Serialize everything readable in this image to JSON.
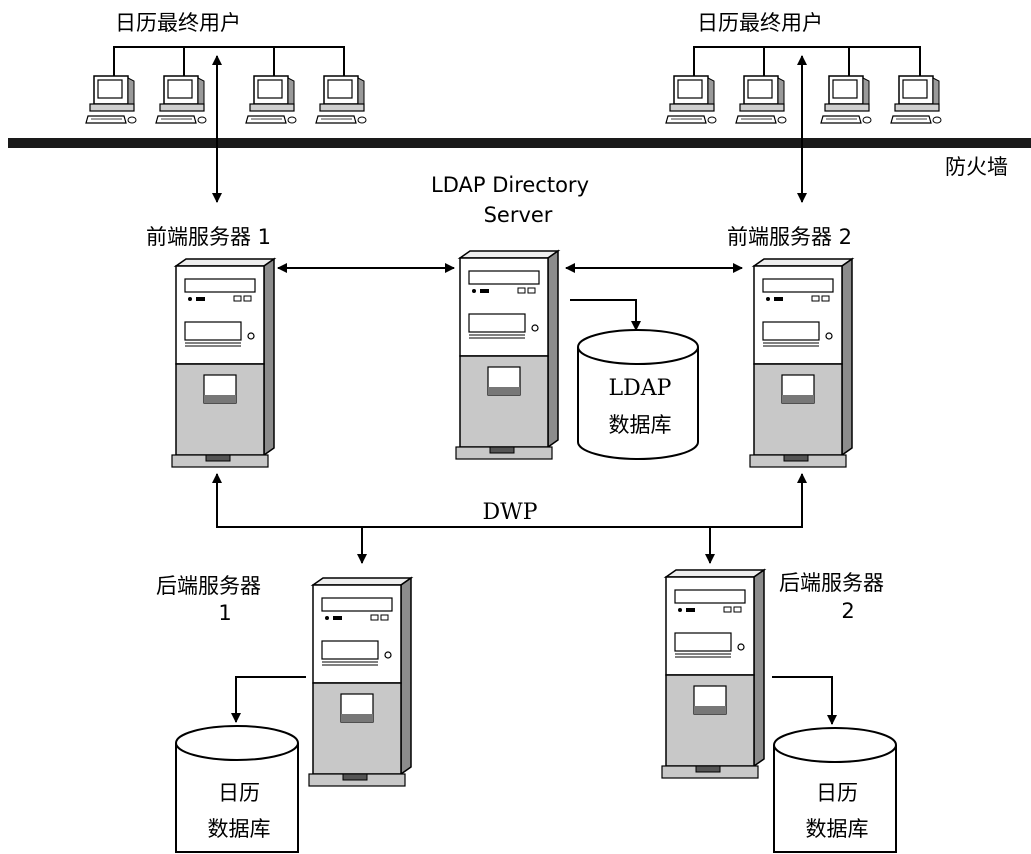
{
  "labels": {
    "end_users_left": "日历最终用户",
    "end_users_right": "日历最终用户",
    "firewall": "防火墙",
    "ldap_line1": "LDAP Directory",
    "ldap_line2": "Server",
    "front1": "前端服务器 1",
    "front2": "前端服务器 2",
    "ldap_db_line1": "LDAP",
    "ldap_db_line2": "数据库",
    "dwp": "DWP",
    "back1_line1": "后端服务器",
    "back1_line2": "1",
    "back2_line1": "后端服务器",
    "back2_line2": "2",
    "cal_db1_line1": "日历",
    "cal_db1_line2": "数据库",
    "cal_db2_line1": "日历",
    "cal_db2_line2": "数据库"
  },
  "colors": {
    "case_light": "#ffffff",
    "case_lower": "#c8c8c8",
    "case_side": "#8c8c8c",
    "line": "#000000",
    "firewall": "#1a1a1a"
  },
  "icons": {
    "computer": "desktop-computer-icon",
    "server": "server-tower-icon",
    "database": "database-cylinder-icon"
  }
}
